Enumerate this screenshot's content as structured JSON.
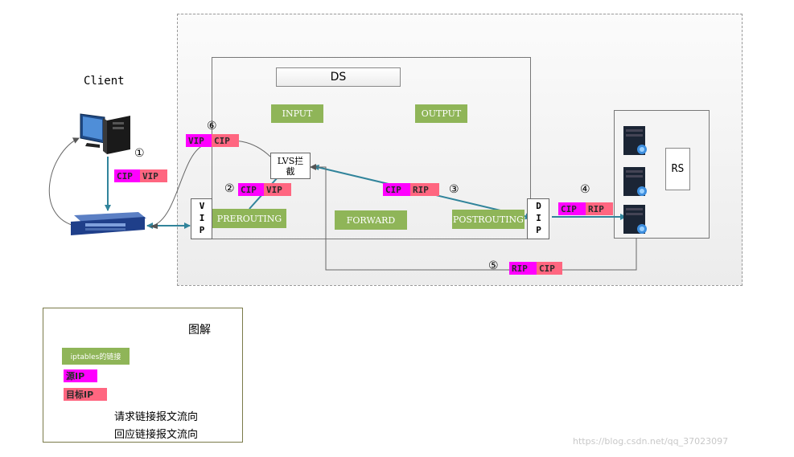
{
  "client_label": "Client",
  "ds_title": "DS",
  "rs_label": "RS",
  "chains": {
    "input": "INPUT",
    "output": "OUTPUT",
    "prerouting": "PREROUTING",
    "forward": "FORWARD",
    "postrouting": "POSTROUTING"
  },
  "lvs_box": "LVS拦截",
  "vip_interface": "VIP",
  "dip_interface": "DIP",
  "steps": [
    "①",
    "②",
    "③",
    "④",
    "⑤",
    "⑥"
  ],
  "packets": {
    "p1": {
      "src": "CIP",
      "dst": "VIP"
    },
    "p2": {
      "src": "CIP",
      "dst": "VIP"
    },
    "p3": {
      "src": "CIP",
      "dst": "RIP"
    },
    "p4": {
      "src": "CIP",
      "dst": "RIP"
    },
    "p5": {
      "src": "RIP",
      "dst": "CIP"
    },
    "p6": {
      "src": "VIP",
      "dst": "CIP"
    }
  },
  "legend": {
    "title": "图解",
    "chain": "iptables的链接",
    "src_ip": "源IP",
    "dst_ip": "目标IP",
    "request": "请求链接报文流向",
    "response": "回应链接报文流向"
  },
  "watermark": "https://blog.csdn.net/qq_37023097",
  "colors": {
    "chain_green": "#8fb558",
    "source_ip": "#ff00ff",
    "dest_ip": "#ff6680",
    "request_arrow": "#31849b",
    "response_arrow": "#555555"
  }
}
